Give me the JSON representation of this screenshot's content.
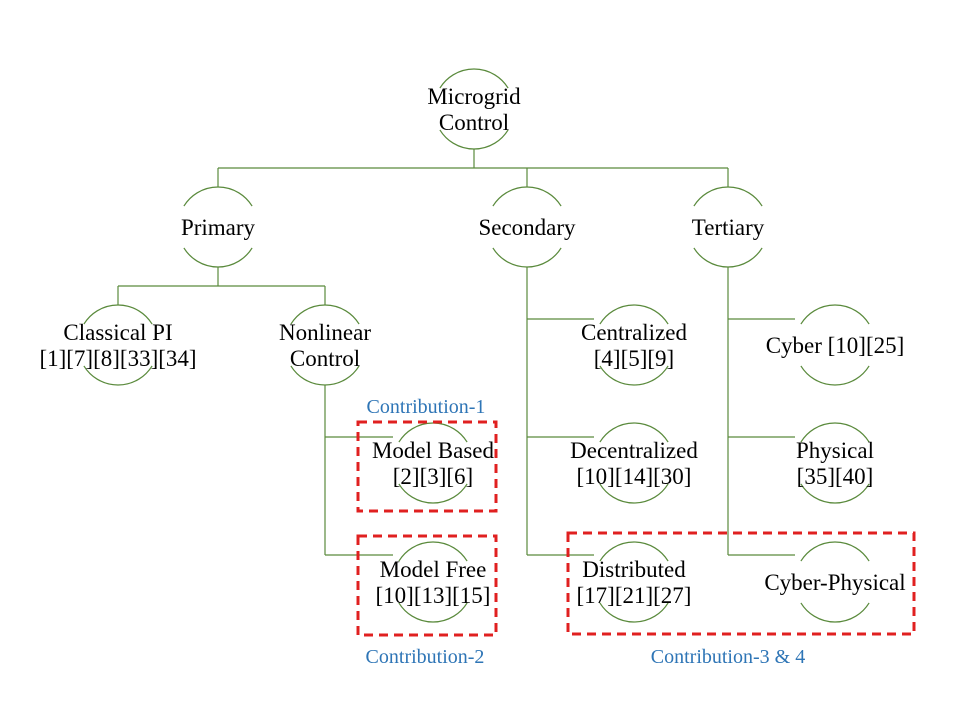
{
  "colors": {
    "connector": "#5a8a3c",
    "highlight": "#e02020",
    "contribution_text": "#2e75b6",
    "text": "#000000"
  },
  "nodes": {
    "root": [
      "Microgrid",
      "Control"
    ],
    "primary": [
      "Primary"
    ],
    "secondary": [
      "Secondary"
    ],
    "tertiary": [
      "Tertiary"
    ],
    "classical_pi": [
      "Classical PI",
      "[1][7][8][33][34]"
    ],
    "nonlinear": [
      "Nonlinear",
      "Control"
    ],
    "model_based": [
      "Model Based",
      "[2][3][6]"
    ],
    "model_free": [
      "Model Free",
      "[10][13][15]"
    ],
    "centralized": [
      "Centralized",
      "[4][5][9]"
    ],
    "decentralized": [
      "Decentralized",
      "[10][14][30]"
    ],
    "distributed": [
      "Distributed",
      "[17][21][27]"
    ],
    "cyber": [
      "Cyber [10][25]"
    ],
    "physical": [
      "Physical",
      "[35][40]"
    ],
    "cyber_physical": [
      "Cyber-Physical"
    ]
  },
  "contributions": {
    "c1": "Contribution-1",
    "c2": "Contribution-2",
    "c34": "Contribution-3 & 4"
  }
}
